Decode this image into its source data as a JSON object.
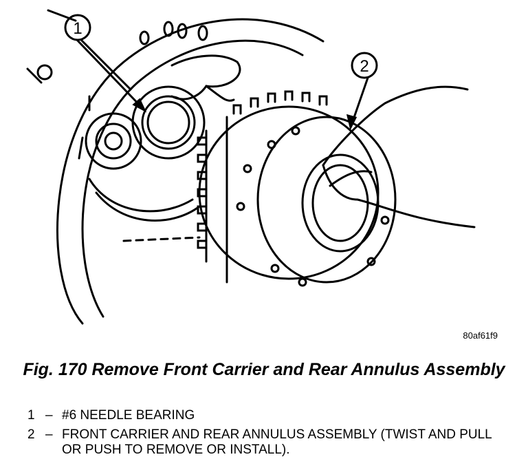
{
  "figure": {
    "image_code": "80af61f9",
    "callouts": [
      "1",
      "2"
    ],
    "caption": "Fig. 170 Remove Front Carrier and Rear Annulus Assembly"
  },
  "legend": [
    {
      "number": "1",
      "dash": "–",
      "text": "#6 NEEDLE BEARING"
    },
    {
      "number": "2",
      "dash": "–",
      "text": "FRONT CARRIER AND REAR ANNULUS ASSEMBLY (TWIST AND PULL OR PUSH TO REMOVE OR INSTALL)."
    }
  ]
}
